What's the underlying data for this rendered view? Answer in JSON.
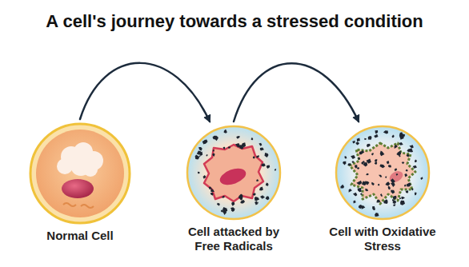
{
  "diagram": {
    "title": "A cell's journey towards a stressed condition",
    "nodes": [
      {
        "text": [
          "Normal Cell"
        ]
      },
      {
        "text": [
          "Cell attacked by Free Radicals"
        ]
      },
      {
        "text": [
          "Cell with Oxidative Stress"
        ]
      }
    ],
    "edges": [
      {
        "from": 0,
        "to": 1,
        "arrow": "to"
      },
      {
        "from": 1,
        "to": 2,
        "arrow": "to"
      }
    ]
  }
}
